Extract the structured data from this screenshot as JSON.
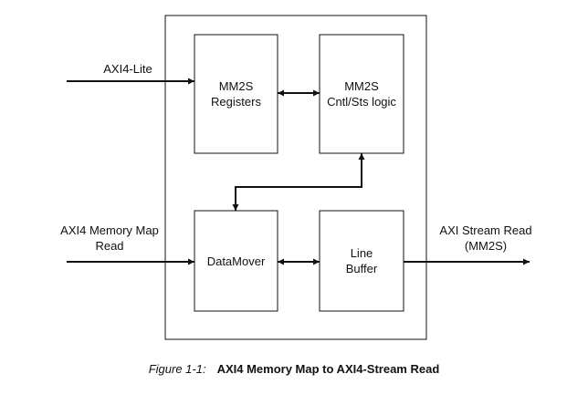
{
  "diagram": {
    "blocks": {
      "mm2s_registers": {
        "line1": "MM2S",
        "line2": "Registers"
      },
      "mm2s_cntl": {
        "line1": "MM2S",
        "line2": "Cntl/Sts logic"
      },
      "datamover": {
        "line1": "DataMover"
      },
      "line_buffer": {
        "line1": "Line",
        "line2": "Buffer"
      }
    },
    "inputs": {
      "axi4_lite": "AXI4-Lite",
      "axi4_mm_read_line1": "AXI4 Memory Map",
      "axi4_mm_read_line2": "Read"
    },
    "outputs": {
      "axi_stream_line1": "AXI Stream Read",
      "axi_stream_line2": "(MM2S)"
    }
  },
  "caption": {
    "number": "Figure 1-1:",
    "title": "AXI4 Memory Map to AXI4-Stream Read"
  },
  "colors": {
    "line": "#111111",
    "background": "#ffffff"
  }
}
